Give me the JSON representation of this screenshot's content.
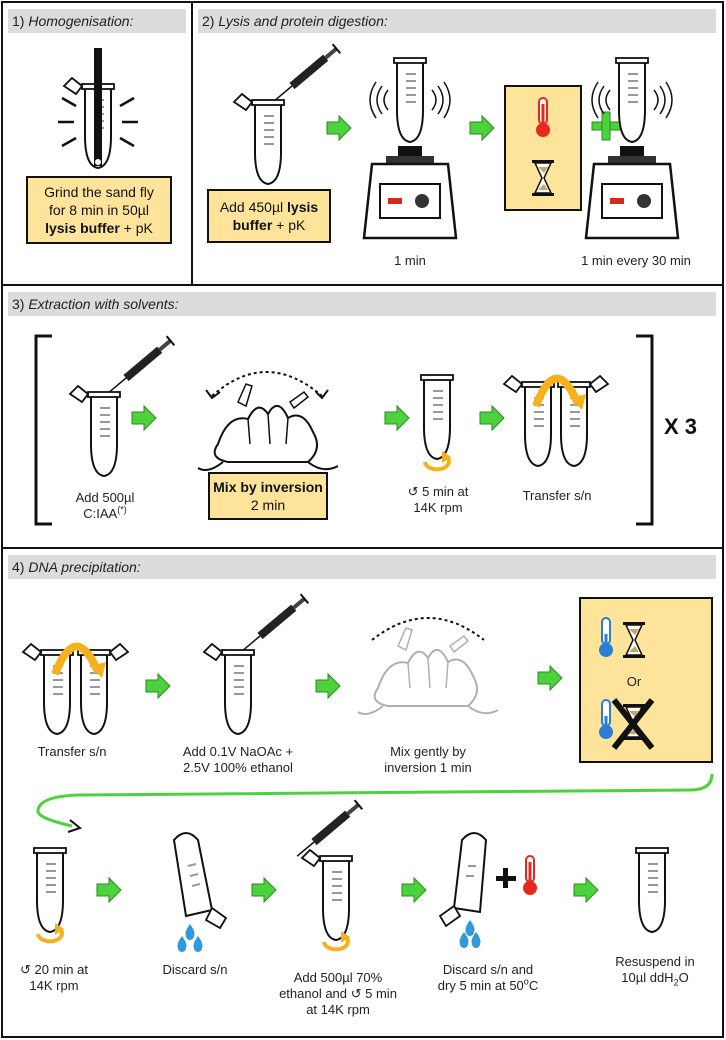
{
  "sections": {
    "s1": {
      "number": "1)",
      "title": "Homogenisation:"
    },
    "s2": {
      "number": "2)",
      "title": "Lysis and protein digestion:"
    },
    "s3": {
      "number": "3)",
      "title": "Extraction with solvents:"
    },
    "s4": {
      "number": "4)",
      "title": "DNA precipitation:"
    }
  },
  "step1": {
    "line1": "Grind the sand fly",
    "line2": "for 8 min in 50µl",
    "line3_bold": "lysis buffer",
    "line3_rest": " + pK"
  },
  "step2": {
    "add_prefix": "Add 450µl ",
    "add_bold1": "lysis",
    "add_bold2": "buffer",
    "add_rest": " + pK",
    "vortex1_label": "1 min",
    "vortex2_label": "1 min every 30 min"
  },
  "step3": {
    "add_line1": "Add 500µl",
    "add_line2": "C:IAA",
    "add_sup": "(*)",
    "mix_bold": "Mix by inversion",
    "mix_time": "2 min",
    "spin_line1": "↺ 5 min at",
    "spin_line2": "14K rpm",
    "transfer": "Transfer s/n",
    "repeat": "X 3"
  },
  "step4": {
    "transfer": "Transfer s/n",
    "add_line1": "Add 0.1V NaOAc +",
    "add_line2": "2.5V 100% ethanol",
    "mix_line1": "Mix gently by",
    "mix_line2": "inversion 1 min",
    "or": "Or",
    "spin_line1": "↺ 20 min at",
    "spin_line2": "14K rpm",
    "discard": "Discard s/n",
    "wash_line1": "Add 500µl 70%",
    "wash_line2": "ethanol and ↺ 5 min",
    "wash_line3": "at 14K rpm",
    "dry_line1": "Discard s/n and",
    "dry_line2_a": "dry 5 min at 50",
    "dry_line2_sup": "o",
    "dry_line2_b": "C",
    "resus_line1": "Resuspend in",
    "resus_line2_a": "10µl ddH",
    "resus_line2_sub": "2",
    "resus_line2_b": "O"
  },
  "colors": {
    "arrow_green": "#4cd23c",
    "highlight_yellow": "#fde49a",
    "header_grey": "#dcdcdc",
    "heat_red": "#e8281e",
    "cold_blue": "#2a7fd4",
    "spin_orange": "#f5b21e",
    "drop_blue": "#2f9ad8"
  }
}
